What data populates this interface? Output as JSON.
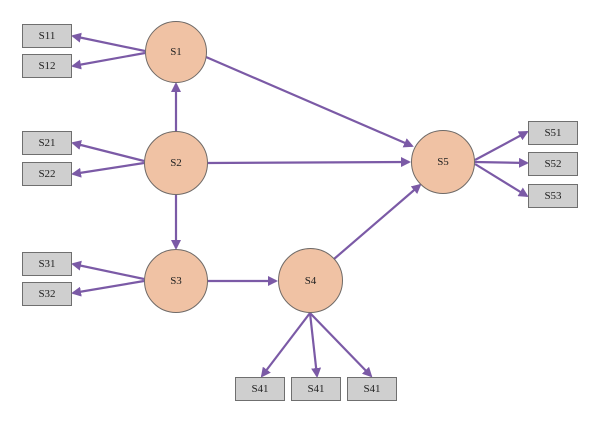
{
  "diagram": {
    "constructs": {
      "s1": "S1",
      "s2": "S2",
      "s3": "S3",
      "s4": "S4",
      "s5": "S5"
    },
    "indicators": {
      "s11": "S11",
      "s12": "S12",
      "s21": "S21",
      "s22": "S22",
      "s31": "S31",
      "s32": "S32",
      "s41a": "S41",
      "s41b": "S41",
      "s41c": "S41",
      "s51": "S51",
      "s52": "S52",
      "s53": "S53"
    },
    "paths": [
      [
        "S2",
        "S1"
      ],
      [
        "S2",
        "S3"
      ],
      [
        "S2",
        "S5"
      ],
      [
        "S1",
        "S5"
      ],
      [
        "S3",
        "S4"
      ],
      [
        "S4",
        "S5"
      ]
    ],
    "colors": {
      "arrow": "#7b5aa6",
      "construct_fill": "#f0c2a4",
      "indicator_fill": "#cfcfcf"
    }
  }
}
